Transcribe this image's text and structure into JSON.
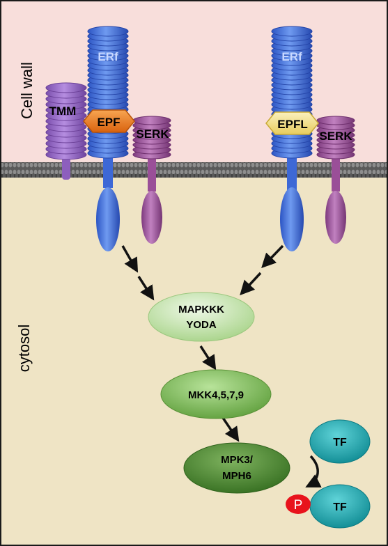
{
  "regions": {
    "cell_wall_label": "Cell wall",
    "cytosol_label": "cytosol"
  },
  "receptors": {
    "left_erf_label": "ERf",
    "right_erf_label": "ERf",
    "tmm_label": "TMM",
    "left_serk_label": "SERK",
    "right_serk_label": "SERK"
  },
  "ligands": {
    "epf_label": "EPF",
    "epfl_label": "EPFL"
  },
  "cascade": {
    "mapkkk_line1": "MAPKKK",
    "mapkkk_line2": "YODA",
    "mkk_label": "MKK4,5,7,9",
    "mpk_line1": "MPK3/",
    "mpk_line2": "MPH6"
  },
  "transcription_factors": {
    "tf_top_label": "TF",
    "tf_bottom_label": "TF",
    "phospho_label": "P"
  },
  "colors": {
    "cell_wall_bg": "#f8dedb",
    "cytosol_bg": "#efe4c5",
    "erf_blue": "#3f6fdc",
    "tmm_purple": "#9163bf",
    "serk_magenta": "#9a4f98",
    "epf_orange": "#e8781f",
    "epfl_yellow": "#f2e08a",
    "mapkkk_green": "#c4e4ad",
    "mkk_green": "#8cc665",
    "mpk_green": "#4e8a33",
    "tf_teal": "#1aa8b0",
    "phospho_red": "#e8131c"
  }
}
